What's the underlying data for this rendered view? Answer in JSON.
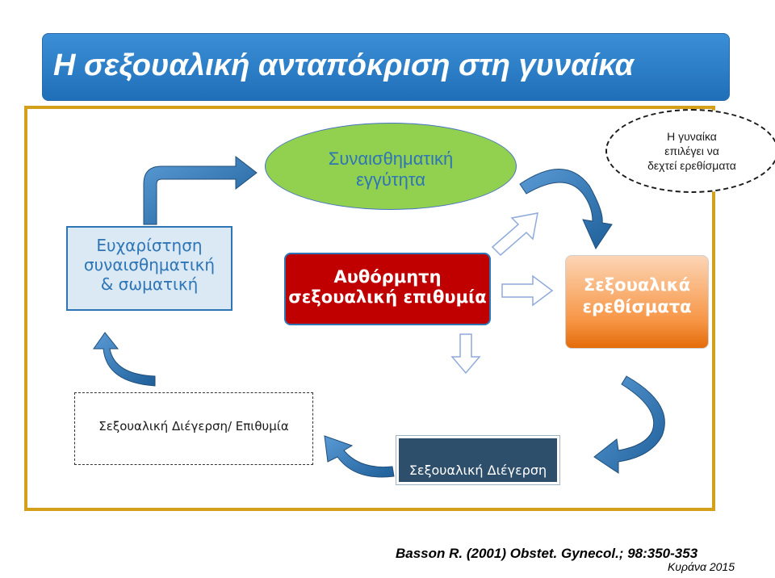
{
  "title": "Η σεξουαλική ανταπόκριση στη γυναίκα",
  "nodes": {
    "emotional_intimacy": [
      "Συναισθηματική",
      "εγγύτητα"
    ],
    "woman_accepts": [
      "Η γυναίκα",
      "επιλέγει να",
      "δεχτεί ερεθίσματα"
    ],
    "gratification": [
      "Ευχαρίστηση",
      "συναισθηματική",
      "& σωματική"
    ],
    "spontaneous_desire": [
      "Αυθόρμητη",
      "σεξουαλική επιθυμία"
    ],
    "sexual_stimuli": [
      "Σεξουαλικά",
      "ερεθίσματα"
    ],
    "arousal_desire": "Σεξουαλική Διέγερση/ Επιθυμία",
    "arousal": "Σεξουαλική Διέγερση"
  },
  "citation": "Basson R. (2001) Obstet. Gynecol.; 98:350-353",
  "place_date": "Κυράνα 2015",
  "colors": {
    "title_bg": "#2a7dc8",
    "frame": "#d4a019",
    "curved_arrow": "#2e75b6",
    "emotional_bg": "#92d050",
    "desire_bg": "#c00000",
    "stimuli_bg": "#f79646",
    "arousal_bg": "#2e4f6b"
  }
}
